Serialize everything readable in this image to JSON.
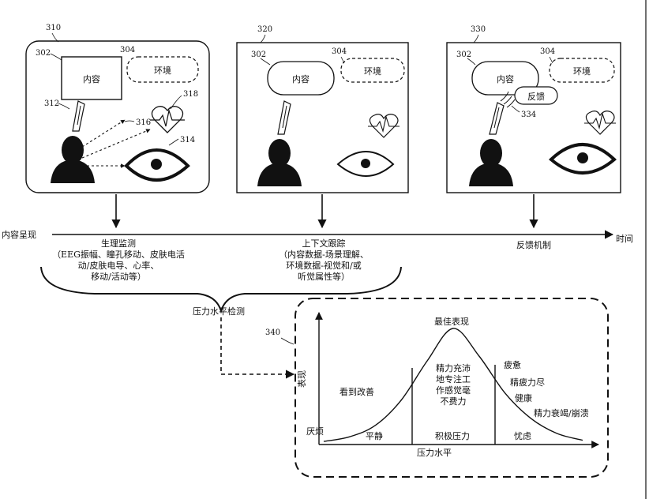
{
  "panels": [
    {
      "ref": "310",
      "content_ref": "302",
      "content_label": "内容",
      "env_ref": "304",
      "env_label": "环境",
      "sensor_ref": "312",
      "arrows_ref": "316",
      "heart_ref": "318",
      "eye_ref": "314"
    },
    {
      "ref": "320",
      "content_ref": "302",
      "content_label": "内容",
      "env_ref": "304",
      "env_label": "环境"
    },
    {
      "ref": "330",
      "content_ref": "302",
      "content_label": "内容",
      "env_ref": "304",
      "env_label": "环境",
      "feedback_label": "反馈",
      "feedback_ref": "334"
    }
  ],
  "timeline": {
    "start_label": "内容呈现",
    "end_label": "时间",
    "stage1_title": "生理监测",
    "stage1_lines": [
      "（EEG振幅、瞳孔移动、皮肤电活",
      "动/皮肤电导、心率、",
      "移动/活动等）"
    ],
    "stage2_title": "上下文跟踪",
    "stage2_lines": [
      "（内容数据-场景理解、",
      "环境数据-视觉和/或",
      "听觉属性等）"
    ],
    "stage3_title": "反馈机制"
  },
  "stress_detection_label": "压力水平检测",
  "chart_ref": "340",
  "chart_data": {
    "type": "line",
    "title": "最佳表现",
    "xlabel": "压力水平",
    "ylabel": "表现",
    "x": [
      0,
      1,
      2,
      3,
      4,
      5,
      6,
      7,
      8,
      9,
      10
    ],
    "y": [
      0.02,
      0.06,
      0.16,
      0.38,
      0.72,
      1.0,
      0.76,
      0.44,
      0.22,
      0.09,
      0.03
    ],
    "grid": false,
    "zones": [
      "平静",
      "积极压力",
      "忧虑"
    ],
    "annotations": {
      "bored": "厌烦",
      "improving": "看到改善",
      "flow": [
        "精力充沛",
        "地专注工",
        "作感觉毫",
        "不费力"
      ],
      "fatigue": "疲惫",
      "exhausted": "精疲力尽",
      "health": "健康",
      "burnout": "精力衰竭/崩溃"
    }
  }
}
